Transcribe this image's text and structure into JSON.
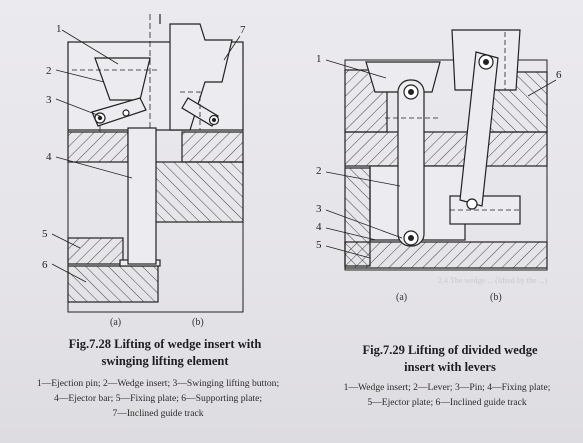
{
  "fig728": {
    "caption_line1": "Fig.7.28 Lifting of wedge insert with",
    "caption_line2": "swinging lifting element",
    "legend": [
      "1—Ejection pin; 2—Wedge insert; 3—Swinging lifting button;",
      "4—Ejector bar; 5—Fixing plate; 6—Supporting plate;",
      "7—Inclined guide track"
    ],
    "sub_a": "(a)",
    "sub_b": "(b)",
    "callouts": [
      "1",
      "2",
      "3",
      "4",
      "5",
      "6",
      "7"
    ]
  },
  "fig729": {
    "caption_line1": "Fig.7.29   Lifting of divided wedge",
    "caption_line2": "insert with levers",
    "legend": [
      "1—Wedge insert; 2—Lever; 3—Pin; 4—Fixing plate;",
      "5—Ejector plate; 6—Inclined guide track"
    ],
    "sub_a": "(a)",
    "sub_b": "(b)",
    "callouts": [
      "1",
      "2",
      "3",
      "4",
      "5",
      "6"
    ]
  },
  "bleed_text": "2.4 The wedge ... (lifted by the ...)"
}
